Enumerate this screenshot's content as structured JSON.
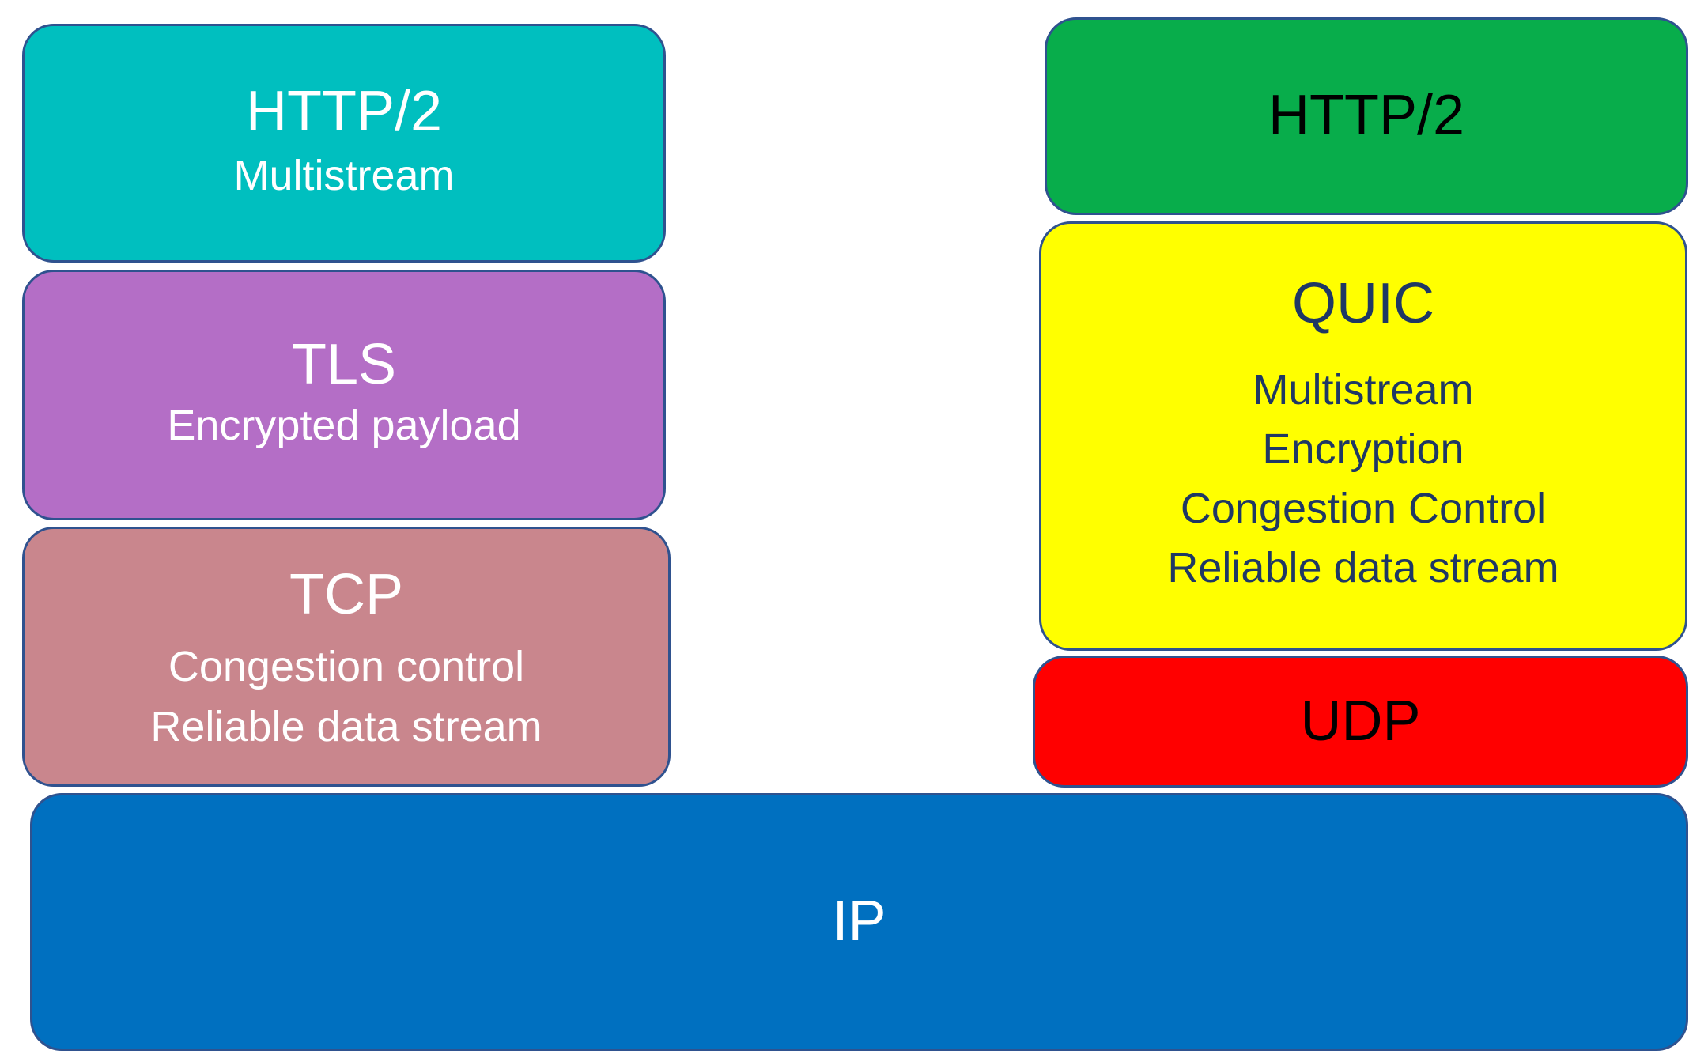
{
  "left_stack": {
    "http": {
      "title": "HTTP/2",
      "lines": [
        "Multistream"
      ],
      "color": "#00bfbf"
    },
    "tls": {
      "title": "TLS",
      "lines": [
        "Encrypted payload"
      ],
      "color": "#b46ec6"
    },
    "tcp": {
      "title": "TCP",
      "lines": [
        "Congestion control",
        "Reliable data stream"
      ],
      "color": "#c9868d"
    }
  },
  "right_stack": {
    "http": {
      "title": "HTTP/2",
      "color": "#08ad4b"
    },
    "quic": {
      "title": "QUIC",
      "lines": [
        "Multistream",
        "Encryption",
        "Congestion Control",
        "Reliable data stream"
      ],
      "color": "#ffff00"
    },
    "udp": {
      "title": "UDP",
      "color": "#ff0000"
    }
  },
  "base": {
    "ip": {
      "title": "IP",
      "color": "#0070c0"
    }
  }
}
